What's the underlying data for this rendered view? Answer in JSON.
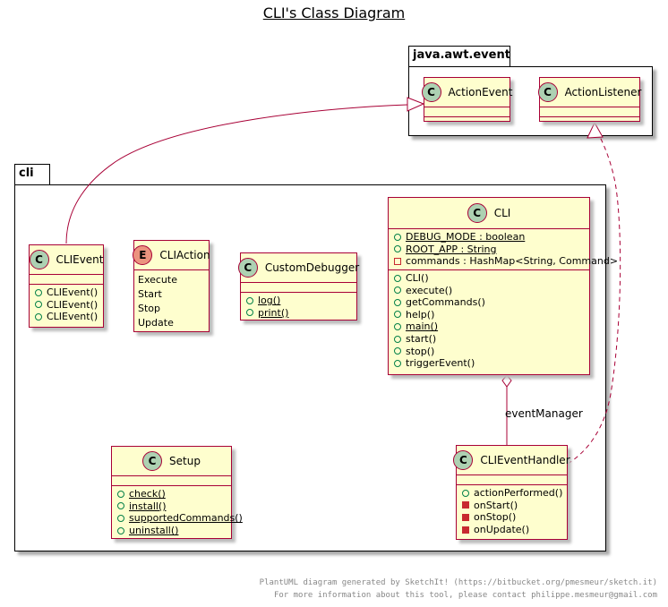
{
  "title": "CLI's Class Diagram",
  "packages": {
    "awt": {
      "name": "java.awt.event"
    },
    "cli": {
      "name": "cli"
    }
  },
  "classes": {
    "action_event": {
      "type": "C",
      "name": "ActionEvent"
    },
    "action_listener": {
      "type": "C",
      "name": "ActionListener"
    },
    "cli_event": {
      "type": "C",
      "name": "CLIEvent",
      "methods": [
        "CLIEvent()",
        "CLIEvent()",
        "CLIEvent()"
      ]
    },
    "cli_action": {
      "type": "E",
      "name": "CLIAction",
      "values": [
        "Execute",
        "Start",
        "Stop",
        "Update"
      ]
    },
    "custom_debugger": {
      "type": "C",
      "name": "CustomDebugger",
      "methods": [
        "log()",
        "print()"
      ]
    },
    "cli": {
      "type": "C",
      "name": "CLI",
      "fields": [
        "DEBUG_MODE : boolean",
        "ROOT_APP : String",
        "commands : HashMap<String, Command>"
      ],
      "methods": [
        "CLI()",
        "execute()",
        "getCommands()",
        "help()",
        "main()",
        "start()",
        "stop()",
        "triggerEvent()"
      ]
    },
    "setup": {
      "type": "C",
      "name": "Setup",
      "methods": [
        "check()",
        "install()",
        "supportedCommands()",
        "uninstall()"
      ]
    },
    "cli_event_handler": {
      "type": "C",
      "name": "CLIEventHandler",
      "methods": [
        "actionPerformed()",
        "onStart()",
        "onStop()",
        "onUpdate()"
      ]
    }
  },
  "relations": {
    "aggregation_label": "eventManager"
  },
  "footer": {
    "line1": "PlantUML diagram generated by SketchIt! (https://bitbucket.org/pmesmeur/sketch.it)",
    "line2": "For more information about this tool, please contact philippe.mesmeur@gmail.com"
  }
}
